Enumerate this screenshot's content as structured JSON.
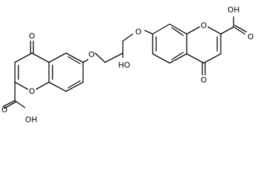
{
  "molecule": {
    "labels": {
      "ether_o_left": "O",
      "ether_o_right": "O",
      "ring_o_left": "O",
      "ring_o_right": "O",
      "keto_o_left": "O",
      "keto_o_right": "O",
      "hydroxyl": "HO",
      "cooh_left_oh": "OH",
      "cooh_left_o": "O",
      "cooh_right_oh": "OH",
      "cooh_right_o": "O"
    }
  }
}
